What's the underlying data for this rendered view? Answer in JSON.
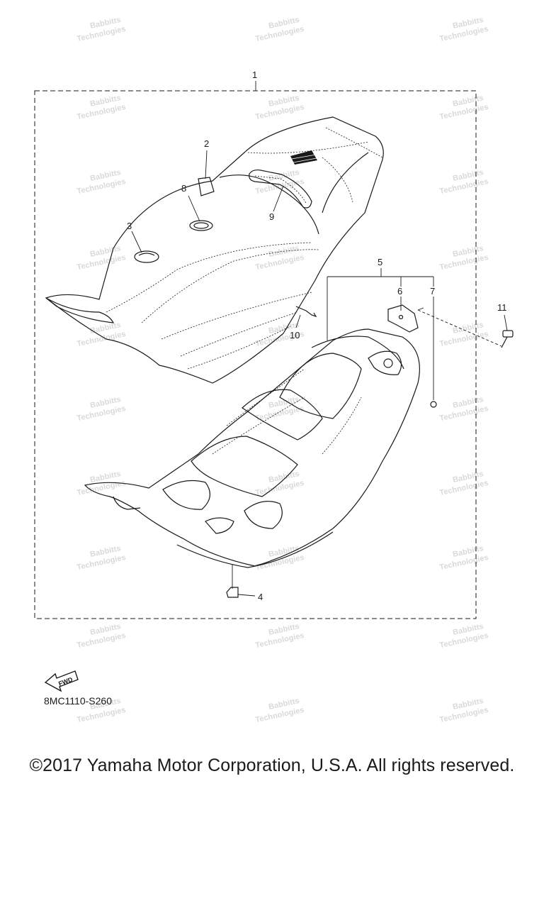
{
  "watermark": {
    "line1": "Babbitts",
    "line2": "Technologies"
  },
  "callouts": [
    "1",
    "2",
    "3",
    "4",
    "5",
    "6",
    "7",
    "8",
    "9",
    "10",
    "11"
  ],
  "fwd_label": "FWD",
  "diagram_code": "8MC1110-S260",
  "copyright": "©2017 Yamaha Motor Corporation, U.S.A. All rights reserved."
}
